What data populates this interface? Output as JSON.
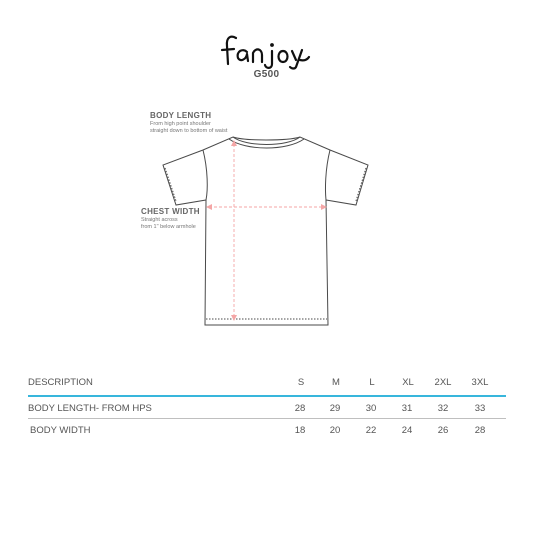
{
  "brand": {
    "logo_text": "fanjoy"
  },
  "model": "G500",
  "diagram": {
    "body_length": {
      "title": "BODY LENGTH",
      "lines": [
        "From high point shoulder",
        "straight down to bottom of waist"
      ]
    },
    "chest_width": {
      "title": "CHEST WIDTH",
      "lines": [
        "Straight across",
        "from 1\" below armhole"
      ]
    },
    "colors": {
      "outline": "#4a4a4a",
      "measure": "#f4a6a6"
    }
  },
  "table": {
    "header": {
      "label": "DESCRIPTION",
      "sizes": [
        "S",
        "M",
        "L",
        "XL",
        "2XL",
        "3XL"
      ]
    },
    "rows": [
      {
        "label": "BODY LENGTH- FROM HPS",
        "values": [
          "28",
          "29",
          "30",
          "31",
          "32",
          "33"
        ]
      },
      {
        "label": "BODY WIDTH",
        "values": [
          "18",
          "20",
          "22",
          "24",
          "26",
          "28"
        ]
      }
    ],
    "accent": "#38b6dc"
  }
}
